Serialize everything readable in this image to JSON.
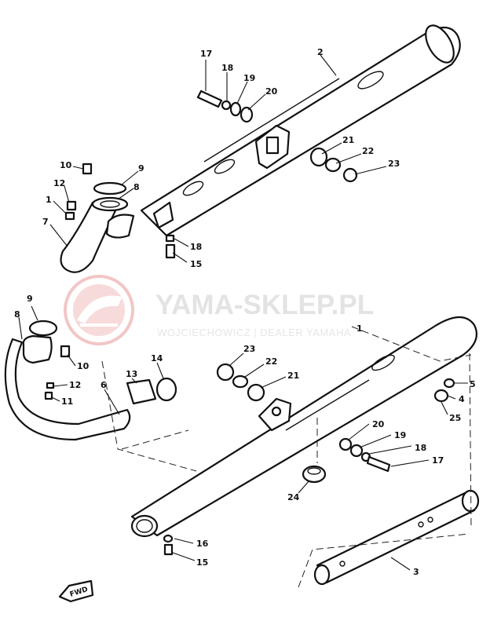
{
  "watermark": {
    "name": "YAMA-SKLEP.PL",
    "sub": "WOJCIECHOWICZ | DEALER YAMAHA",
    "color": "#f2c6c6"
  },
  "fwd_label": "FWD",
  "callouts": {
    "c1": "17",
    "c2": "18",
    "c3": "19",
    "c4": "20",
    "c5": "2",
    "c6": "21",
    "c7": "22",
    "c8": "23",
    "c9": "10",
    "c10": "9",
    "c11": "12",
    "c12": "8",
    "c13": "1",
    "c14": "7",
    "c15": "18",
    "c16": "15",
    "c17": "9",
    "c18": "8",
    "c19": "10",
    "c20": "12",
    "c21": "11",
    "c22": "6",
    "c23": "13",
    "c24": "14",
    "c25": "23",
    "c26": "22",
    "c27": "21",
    "c28": "1",
    "c29": "5",
    "c30": "4",
    "c31": "25",
    "c32": "20",
    "c33": "19",
    "c34": "18",
    "c35": "17",
    "c36": "24",
    "c37": "16",
    "c38": "15",
    "c39": "3"
  }
}
